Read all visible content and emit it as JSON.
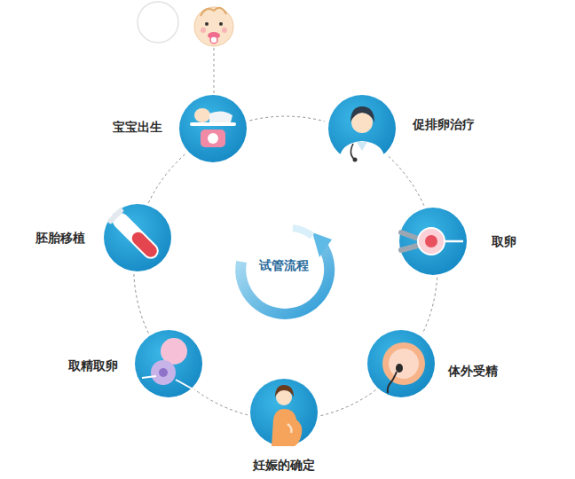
{
  "diagram": {
    "title": "试管流程",
    "nodes": [
      {
        "text": [
          "促排卵治疗"
        ]
      },
      {
        "text": [
          "取卵"
        ]
      },
      {
        "text": [
          "体外受精"
        ]
      },
      {
        "text": [
          "妊娠的确定"
        ]
      },
      {
        "text": [
          "取精取卵"
        ]
      },
      {
        "text": [
          "胚胎移植"
        ]
      },
      {
        "text": [
          "宝宝出生"
        ]
      }
    ],
    "edges": [
      {
        "from": 0,
        "to": 1,
        "arrow": "none"
      },
      {
        "from": 1,
        "to": 2,
        "arrow": "none"
      },
      {
        "from": 2,
        "to": 3,
        "arrow": "none"
      },
      {
        "from": 3,
        "to": 4,
        "arrow": "none"
      },
      {
        "from": 4,
        "to": 5,
        "arrow": "none"
      },
      {
        "from": 5,
        "to": 6,
        "arrow": "none"
      },
      {
        "from": 6,
        "to": 0,
        "arrow": "none"
      }
    ]
  }
}
